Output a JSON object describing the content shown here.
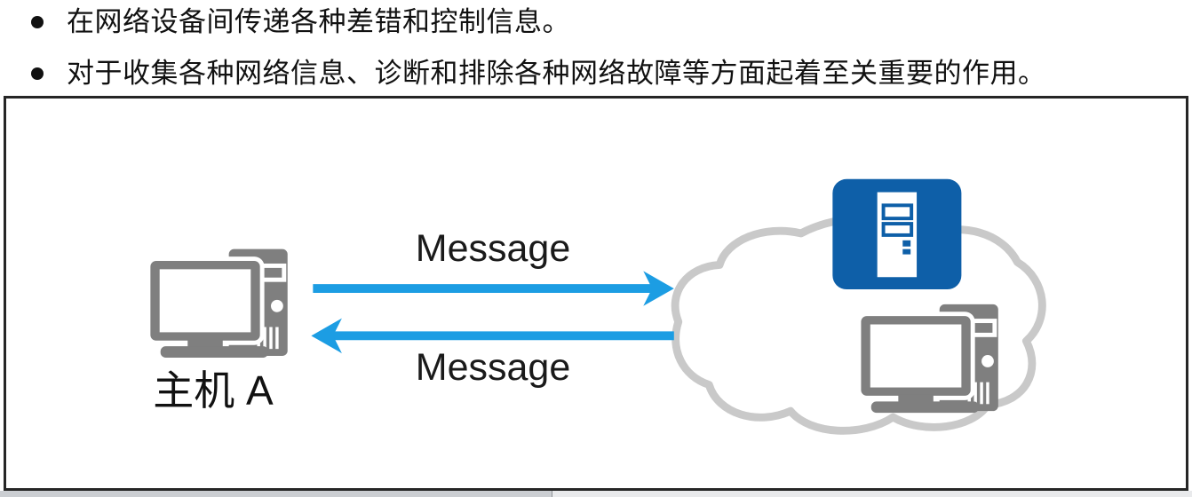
{
  "bullets": {
    "items": [
      "在网络设备间传递各种差错和控制信息。",
      "对于收集各种网络信息、诊断和排除各种网络故障等方面起着至关重要的作用。"
    ]
  },
  "diagram": {
    "host_label": "主机 A",
    "messages": {
      "top": "Message",
      "bottom": "Message"
    },
    "icons": {
      "host": "computer-icon",
      "cloud": "network-cloud-icon",
      "server": "server-icon",
      "remote": "computer-icon"
    },
    "colors": {
      "arrow_blue": "#1C9DE3",
      "server_blue": "#0E5FA8",
      "device_gray": "#7F7F7F",
      "cloud_outline": "#C9C9C9",
      "box_border": "#262626",
      "text": "#111111"
    }
  },
  "bottom_strip": {
    "left_color": "#CBCED2",
    "right_color": "#E9EAEC"
  }
}
